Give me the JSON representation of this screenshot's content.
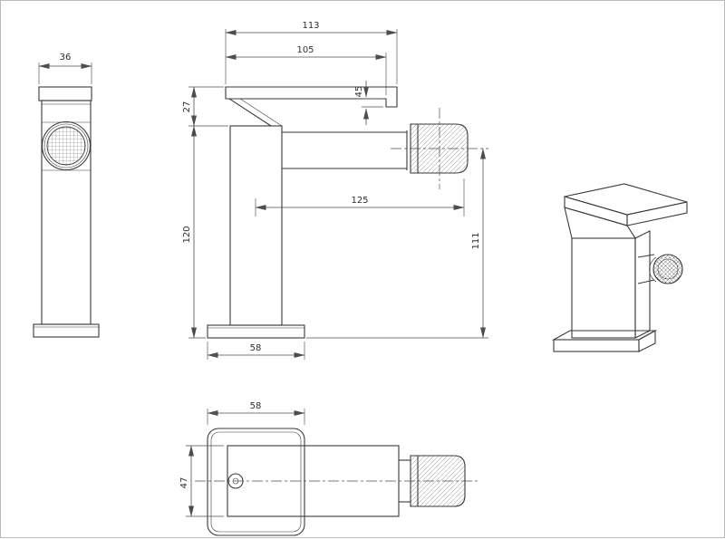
{
  "drawing": {
    "type": "faucet-technical-drawing",
    "colors": {
      "background": "#ffffff",
      "line": "#3a3a3a",
      "dimension": "#4d4d4d",
      "frame": "#b9b9b9"
    },
    "dimensions": {
      "depth_36": "36",
      "lever_113": "113",
      "lever_105": "105",
      "tip_45": "45",
      "upper_27": "27",
      "height_120": "120",
      "reach_125": "125",
      "outlet_height_111": "111",
      "base_front_58": "58",
      "base_top_58": "58",
      "depth_top_47": "47"
    }
  }
}
